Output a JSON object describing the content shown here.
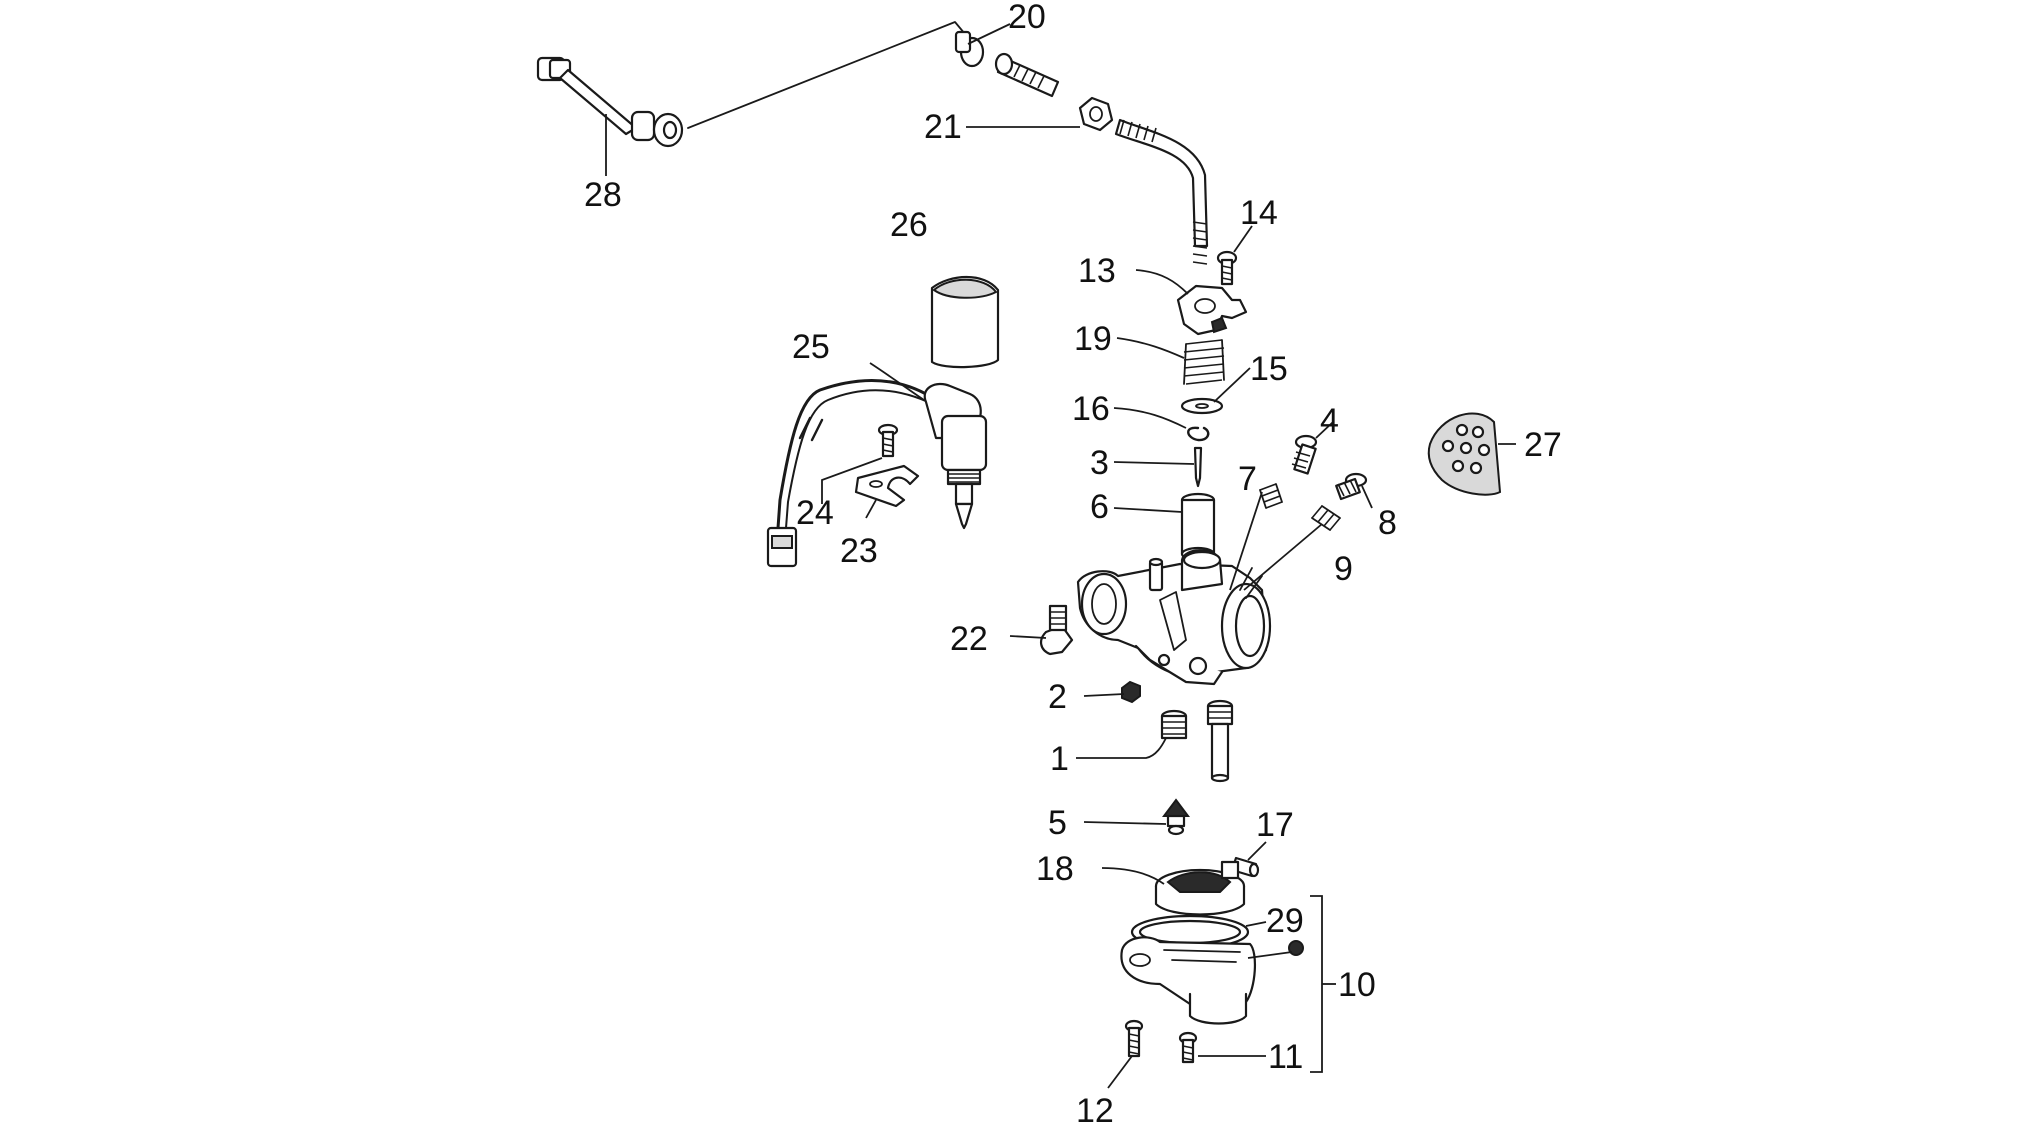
{
  "diagram": {
    "callouts": [
      {
        "id": "1",
        "label": "1"
      },
      {
        "id": "2",
        "label": "2"
      },
      {
        "id": "3",
        "label": "3"
      },
      {
        "id": "4",
        "label": "4"
      },
      {
        "id": "5",
        "label": "5"
      },
      {
        "id": "6",
        "label": "6"
      },
      {
        "id": "7",
        "label": "7"
      },
      {
        "id": "8",
        "label": "8"
      },
      {
        "id": "9",
        "label": "9"
      },
      {
        "id": "10",
        "label": "10"
      },
      {
        "id": "11",
        "label": "11"
      },
      {
        "id": "12",
        "label": "12"
      },
      {
        "id": "13",
        "label": "13"
      },
      {
        "id": "14",
        "label": "14"
      },
      {
        "id": "15",
        "label": "15"
      },
      {
        "id": "16",
        "label": "16"
      },
      {
        "id": "17",
        "label": "17"
      },
      {
        "id": "18",
        "label": "18"
      },
      {
        "id": "19",
        "label": "19"
      },
      {
        "id": "20",
        "label": "20"
      },
      {
        "id": "21",
        "label": "21"
      },
      {
        "id": "22",
        "label": "22"
      },
      {
        "id": "23",
        "label": "23"
      },
      {
        "id": "24",
        "label": "24"
      },
      {
        "id": "25",
        "label": "25"
      },
      {
        "id": "26",
        "label": "26"
      },
      {
        "id": "27",
        "label": "27"
      },
      {
        "id": "28",
        "label": "28"
      },
      {
        "id": "29",
        "label": "29"
      }
    ]
  }
}
